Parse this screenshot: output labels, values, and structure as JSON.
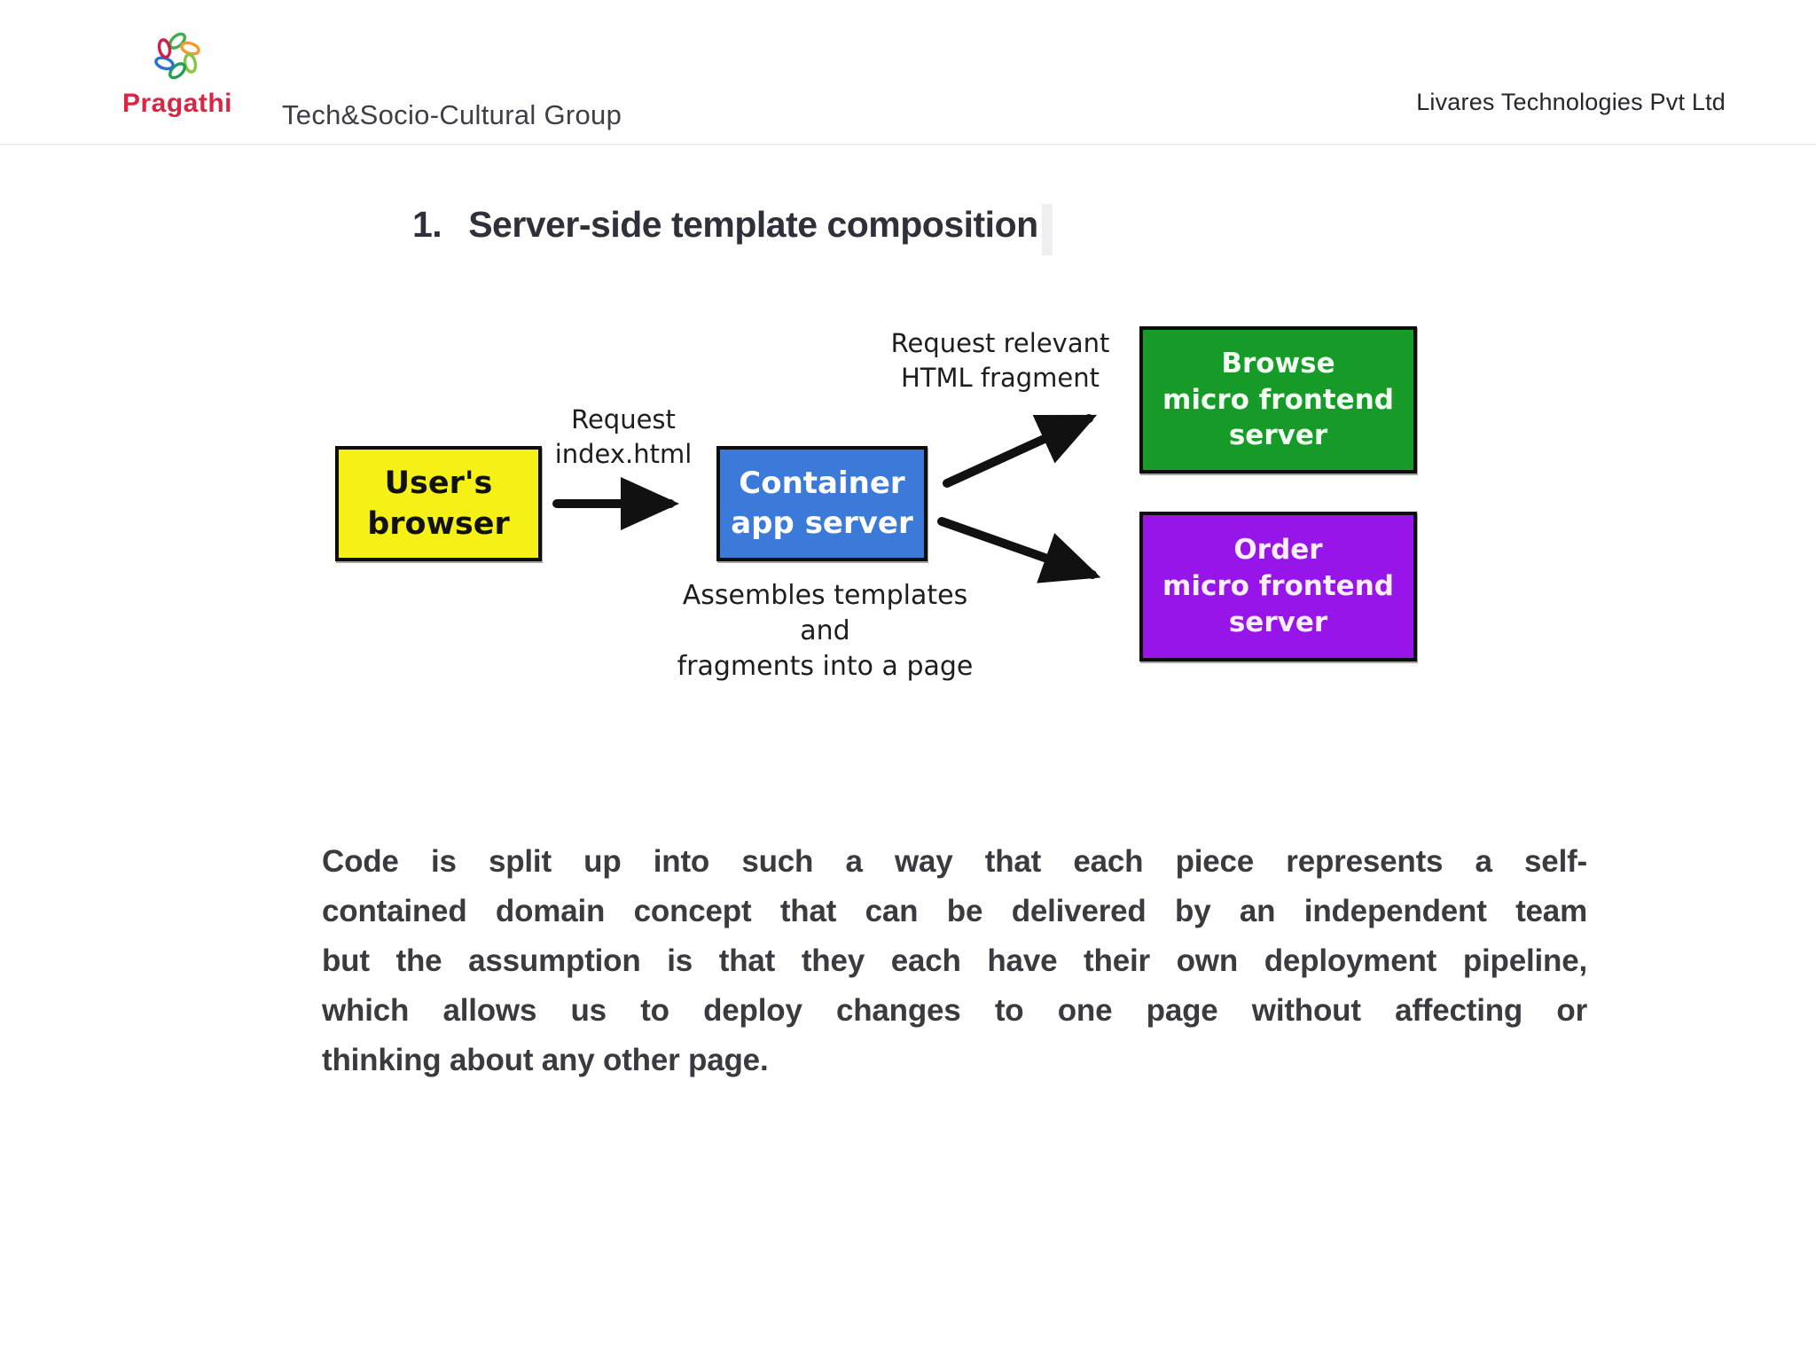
{
  "header": {
    "brand": "Pragathi",
    "group": "Tech&Socio-Cultural Group",
    "company": "Livares Technologies Pvt Ltd"
  },
  "heading": {
    "number": "1.",
    "title": "Server-side template composition"
  },
  "diagram": {
    "nodes": [
      {
        "id": "users-browser",
        "label": "User's\nbrowser",
        "fill": "#f5f116",
        "text": "#111111"
      },
      {
        "id": "container-app-server",
        "label": "Container\napp server",
        "fill": "#3b7ad8",
        "text": "#ffffff"
      },
      {
        "id": "browse-mfe-server",
        "label": "Browse\nmicro frontend\nserver",
        "fill": "#169b28",
        "text": "#f2fff2"
      },
      {
        "id": "order-mfe-server",
        "label": "Order\nmicro frontend\nserver",
        "fill": "#9815ea",
        "text": "#fdeffd"
      }
    ],
    "labels": {
      "request_index": "Request\nindex.html",
      "request_fragment": "Request relevant\nHTML fragment",
      "assembles": "Assembles templates and\nfragments into a page"
    }
  },
  "paragraph": {
    "full": "Code is split up into such a way that each piece represents a self-contained domain concept that can be delivered by an independent team but the assumption is that they each have their own deployment pipeline, which allows us to deploy changes to one page without affecting or thinking about any other page.",
    "lines": [
      "Code is split up into such a way that each piece represents a self-",
      "contained domain concept that can be delivered by an independent team",
      "but the assumption is that they each have their own deployment pipeline,",
      "which allows us to deploy changes to one page without affecting or",
      "thinking about any other page."
    ]
  },
  "colors": {
    "brand_red": "#d92644",
    "node_yellow": "#f5f116",
    "node_blue": "#3b7ad8",
    "node_green": "#169b28",
    "node_purple": "#9815ea",
    "arrow": "#111111",
    "header_text": "#3e3e48",
    "body_text": "#3a3a40"
  }
}
